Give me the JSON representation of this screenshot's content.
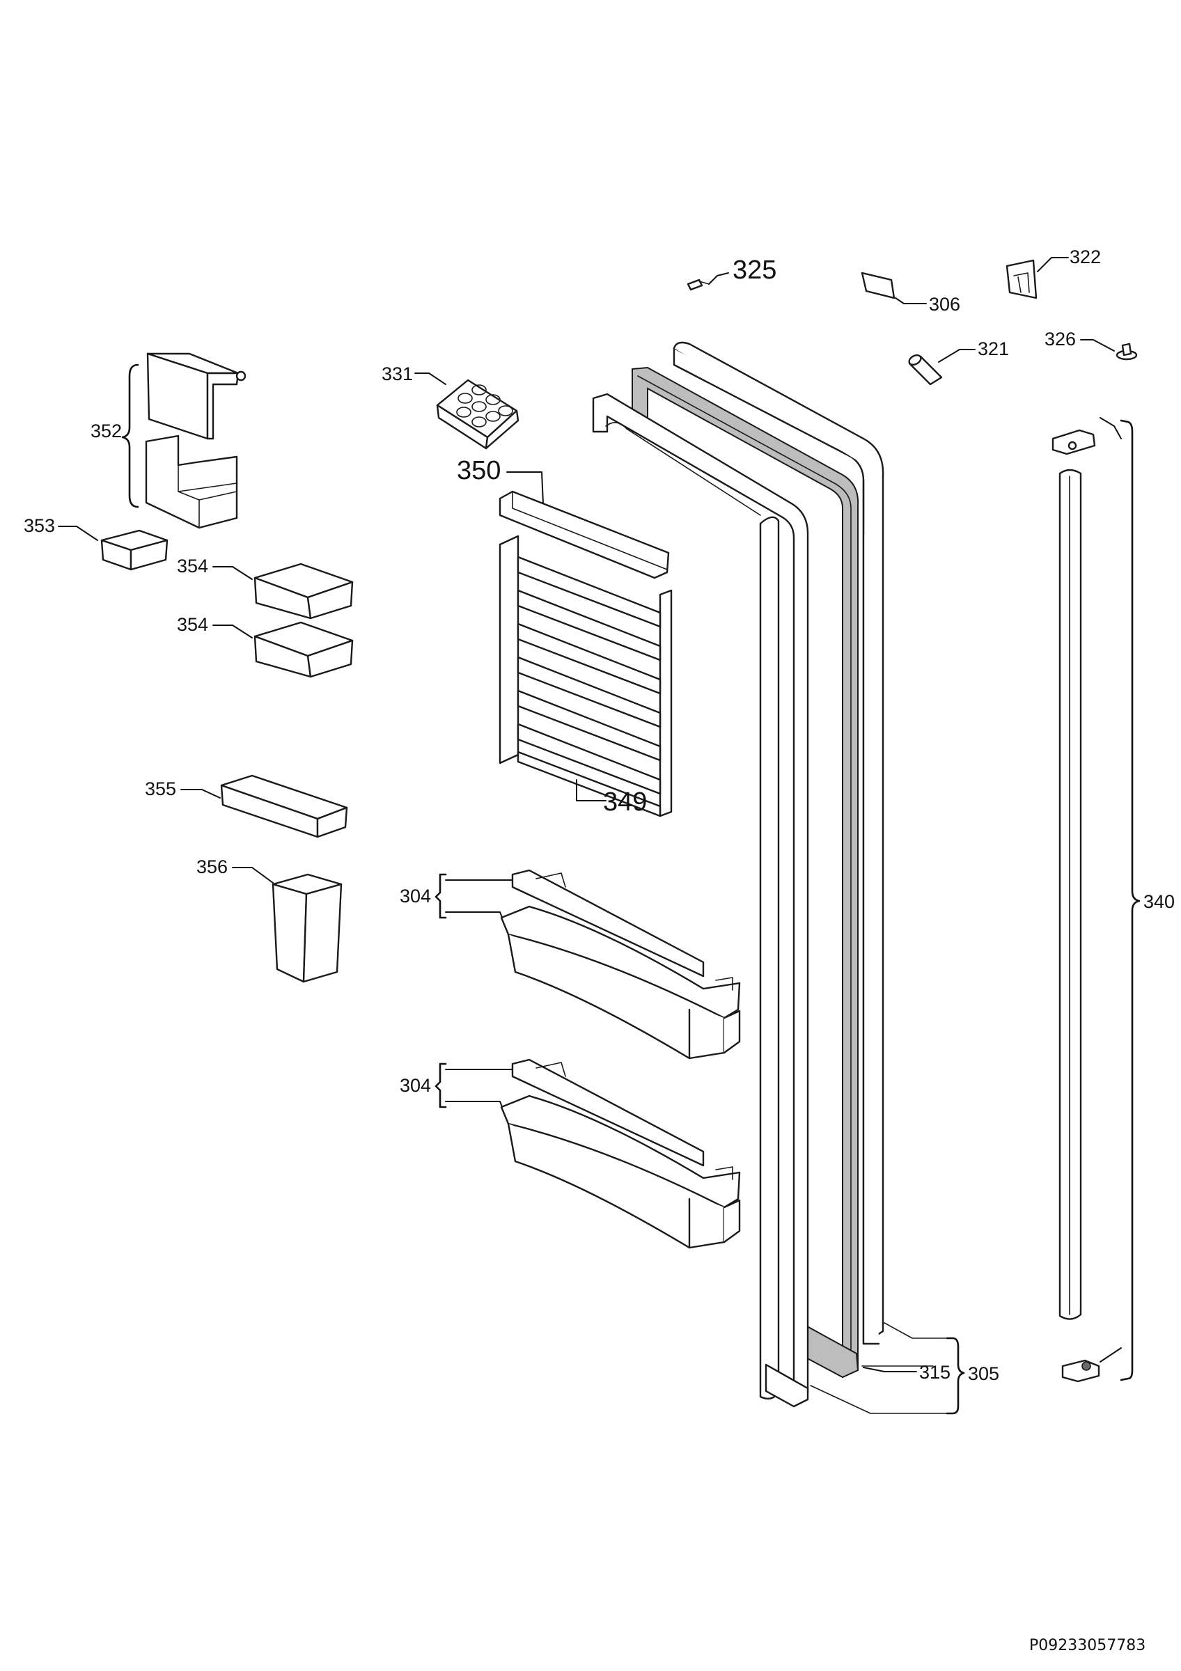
{
  "diagram": {
    "parts": [
      {
        "key": "p325",
        "number": "325"
      },
      {
        "key": "p306",
        "number": "306"
      },
      {
        "key": "p322",
        "number": "322"
      },
      {
        "key": "p321",
        "number": "321"
      },
      {
        "key": "p326",
        "number": "326"
      },
      {
        "key": "p331",
        "number": "331"
      },
      {
        "key": "p352",
        "number": "352"
      },
      {
        "key": "p353",
        "number": "353"
      },
      {
        "key": "p354a",
        "number": "354"
      },
      {
        "key": "p354b",
        "number": "354"
      },
      {
        "key": "p350",
        "number": "350"
      },
      {
        "key": "p349",
        "number": "349"
      },
      {
        "key": "p355",
        "number": "355"
      },
      {
        "key": "p356",
        "number": "356"
      },
      {
        "key": "p304a",
        "number": "304"
      },
      {
        "key": "p304b",
        "number": "304"
      },
      {
        "key": "p340",
        "number": "340"
      },
      {
        "key": "p315",
        "number": "315"
      },
      {
        "key": "p305",
        "number": "305"
      }
    ],
    "drawing_code": "P09233057783"
  }
}
